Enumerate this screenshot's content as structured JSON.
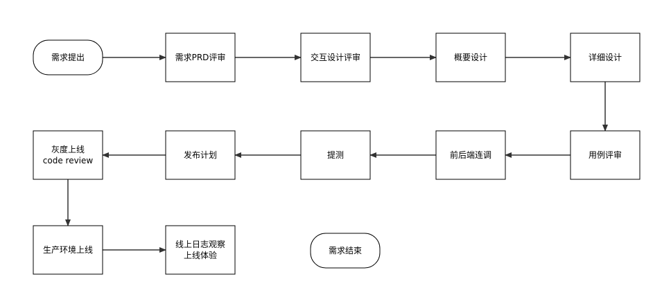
{
  "nodes": {
    "start": {
      "lines": [
        "需求提出"
      ],
      "shape": "terminator"
    },
    "prd_review": {
      "lines": [
        "需求PRD评审"
      ],
      "shape": "process"
    },
    "interaction_review": {
      "lines": [
        "交互设计评审"
      ],
      "shape": "process"
    },
    "outline_design": {
      "lines": [
        "概要设计"
      ],
      "shape": "process"
    },
    "detail_design": {
      "lines": [
        "详细设计"
      ],
      "shape": "process"
    },
    "usecase_review": {
      "lines": [
        "用例评审"
      ],
      "shape": "process"
    },
    "integration": {
      "lines": [
        "前后端连调"
      ],
      "shape": "process"
    },
    "submit_test": {
      "lines": [
        "提测"
      ],
      "shape": "process"
    },
    "release_plan": {
      "lines": [
        "发布计划"
      ],
      "shape": "process"
    },
    "gray_release": {
      "lines": [
        "灰度上线",
        "code review"
      ],
      "shape": "process"
    },
    "production": {
      "lines": [
        "生产环境上线"
      ],
      "shape": "process"
    },
    "observe": {
      "lines": [
        "线上日志观察",
        "上线体验"
      ],
      "shape": "process"
    },
    "end": {
      "lines": [
        "需求结束"
      ],
      "shape": "terminator"
    }
  },
  "edges": [
    [
      "start",
      "prd_review"
    ],
    [
      "prd_review",
      "interaction_review"
    ],
    [
      "interaction_review",
      "outline_design"
    ],
    [
      "outline_design",
      "detail_design"
    ],
    [
      "detail_design",
      "usecase_review"
    ],
    [
      "usecase_review",
      "integration"
    ],
    [
      "integration",
      "submit_test"
    ],
    [
      "submit_test",
      "release_plan"
    ],
    [
      "release_plan",
      "gray_release"
    ],
    [
      "gray_release",
      "production"
    ],
    [
      "production",
      "observe"
    ],
    [
      "observe",
      "end"
    ]
  ],
  "colors": {
    "stroke": "#000000",
    "fill": "#ffffff",
    "edge": "#333333"
  }
}
